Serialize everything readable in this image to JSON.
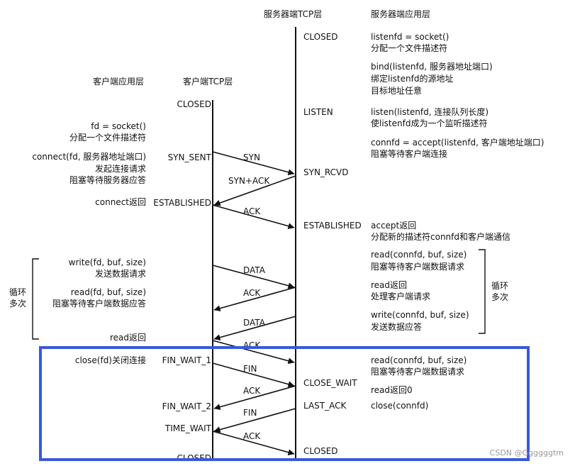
{
  "headers": {
    "server_tcp": "服务器端TCP层",
    "server_app": "服务器端应用层",
    "client_app": "客户端应用层",
    "client_tcp": "客户端TCP层"
  },
  "client_states": {
    "closed_top": "CLOSED",
    "syn_sent": "SYN_SENT",
    "established": "ESTABLISHED",
    "fin_wait_1": "FIN_WAIT_1",
    "fin_wait_2": "FIN_WAIT_2",
    "time_wait": "TIME_WAIT",
    "closed_bottom": "CLOSED"
  },
  "server_states": {
    "closed_top": "CLOSED",
    "listen": "LISTEN",
    "syn_rcvd": "SYN_RCVD",
    "established": "ESTABLISHED",
    "close_wait": "CLOSE_WAIT",
    "last_ack": "LAST_ACK",
    "closed_bottom": "CLOSED"
  },
  "client_app_text": {
    "socket_1": "fd = socket()",
    "socket_2": "分配一个文件描述符",
    "connect_1": "connect(fd, 服务器地址端口)",
    "connect_2": "发起连接请求",
    "connect_3": "阻塞等待服务器应答",
    "connect_ret": "connect返回",
    "write_1": "write(fd, buf, size)",
    "write_2": "发送数据请求",
    "read_1": "read(fd, buf, size)",
    "read_2": "阻塞等待客户端数据应答",
    "read_ret": "read返回",
    "close": "close(fd)关闭连接",
    "loop_1": "循环",
    "loop_2": "多次"
  },
  "server_app_text": {
    "socket_1": "listenfd = socket()",
    "socket_2": "分配一个文件描述符",
    "bind_1": "bind(listenfd, 服务器地址端口)",
    "bind_2": "绑定listenfd的源地址",
    "bind_3": "目标地址任意",
    "listen_1": "listen(listenfd, 连接队列长度)",
    "listen_2": "使listenfd成为一个监听描述符",
    "accept_1": "connfd = accept(listenfd, 客户端地址端口)",
    "accept_2": "阻塞等待客户端连接",
    "accept_ret_1": "accept返回",
    "accept_ret_2": "分配新的描述符connfd和客户端通信",
    "read_1": "read(connfd, buf, size)",
    "read_2": "阻塞等待客户端数据请求",
    "read_ret_1": "read返回",
    "read_ret_2": "处理客户端请求",
    "write_1": "write(connfd, buf, size)",
    "write_2": "发送数据应答",
    "read2_1": "read(connfd, buf, size)",
    "read2_2": "阻塞等待客户端数据请求",
    "read2_ret": "read返回0",
    "close": "close(connfd)",
    "loop_1": "循环",
    "loop_2": "多次"
  },
  "segments": {
    "syn": "SYN",
    "syn_ack": "SYN+ACK",
    "ack1": "ACK",
    "data1": "DATA",
    "ack2": "ACK",
    "data2": "DATA",
    "ack3": "ACK",
    "fin1": "FIN",
    "ack4": "ACK",
    "fin2": "FIN",
    "ack5": "ACK"
  },
  "watermark": "CSDN @Ggggggtm",
  "colors": {
    "highlight": "#3b58d9",
    "line": "#111111"
  }
}
